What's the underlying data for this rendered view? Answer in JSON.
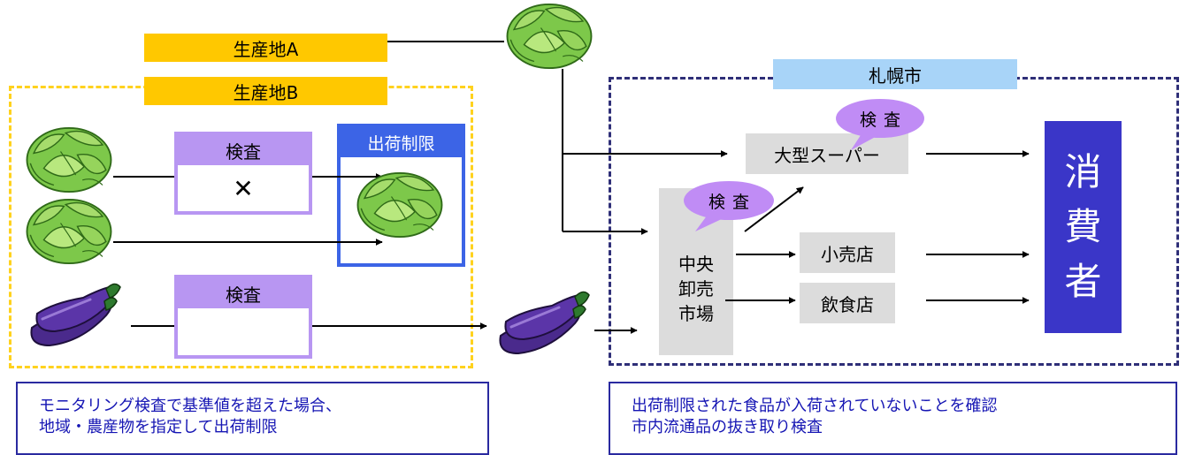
{
  "sources": {
    "area_a": "生産地A",
    "area_b": "生産地B"
  },
  "inspection": {
    "label": "検査",
    "fail_mark": "✕"
  },
  "restriction": {
    "label": "出荷制限"
  },
  "sapporo": {
    "label": "札幌市",
    "bubble_text": "検査",
    "supermarket": "大型スーパー",
    "market_lines": [
      "中央",
      "卸売",
      "市場"
    ],
    "retail": "小売店",
    "restaurant": "飲食店",
    "consumer_chars": [
      "消",
      "費",
      "者"
    ]
  },
  "notes": {
    "left_lines": [
      "モニタリング検査で基準値を超えた場合、",
      "地域・農産物を指定して出荷制限"
    ],
    "right_lines": [
      "出荷制限された食品が入荷されていないことを確認",
      "市内流通品の抜き取り検査"
    ]
  },
  "colors": {
    "source_bar": "#ffc800",
    "inspection": "#b896f2",
    "restriction": "#3c64e6",
    "consumer": "#3a36c8",
    "city_tab": "#a8d4f8",
    "note_text": "#1616b4"
  }
}
